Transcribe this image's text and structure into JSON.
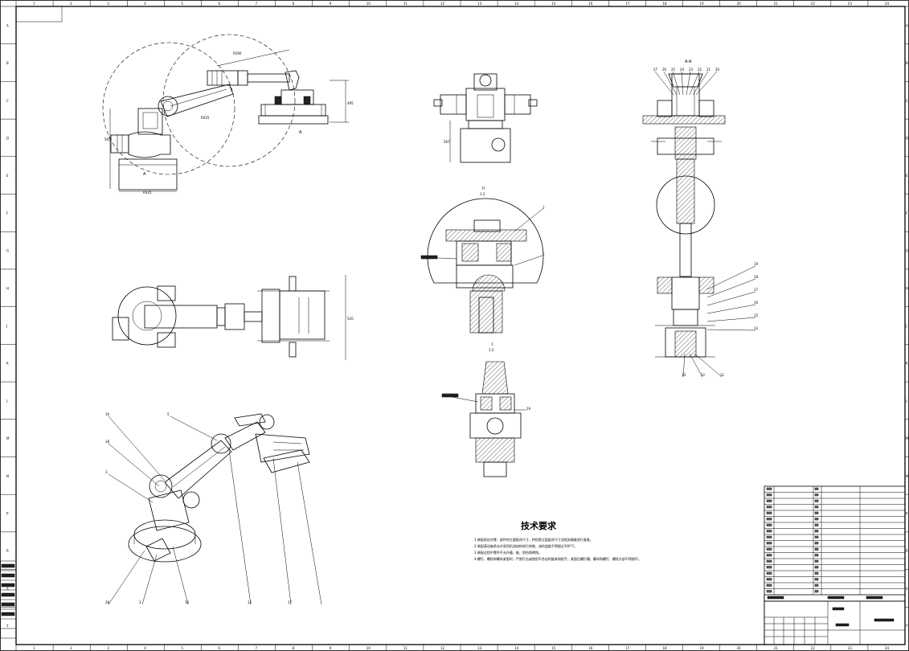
{
  "drawing": {
    "col_numbers": [
      "1",
      "2",
      "3",
      "4",
      "5",
      "6",
      "7",
      "8",
      "9",
      "10",
      "11",
      "12",
      "13",
      "14",
      "15",
      "16",
      "17",
      "18",
      "19",
      "20",
      "21",
      "22",
      "23",
      "24"
    ],
    "row_letters": [
      "A",
      "B",
      "C",
      "D",
      "E",
      "F",
      "G",
      "H",
      "J",
      "K",
      "L",
      "M",
      "N",
      "P",
      "R",
      "S",
      "T"
    ],
    "view_labels": {
      "section_aa": "A-A",
      "detail_ii": "II",
      "detail_ii_scale": "1:2",
      "detail_i": "I",
      "detail_i_scale": "1:2",
      "section_mark_a": "A"
    },
    "balloons_right": [
      "27",
      "26",
      "25",
      "24",
      "23",
      "22",
      "21",
      "20",
      "19",
      "18",
      "17",
      "16",
      "15",
      "14",
      "13",
      "12",
      "11"
    ],
    "balloons_iso": [
      "16",
      "18",
      "3",
      "5",
      "28",
      "3",
      "10",
      "12",
      "17"
    ],
    "balloons_detail": [
      "2",
      "1",
      "19"
    ]
  },
  "tech_req": {
    "title": "技术要求",
    "items": [
      "1.装配前应对零、部件的主要配合尺寸，特别是过盈配合尺寸及相关精度进行复查。",
      "2.装配滚动轴承允许采用机油加热进行热装，油的温度不得超过100°C。",
      "3.装配过程中零件不允许磕、碰、划伤和锈蚀。",
      "4.螺钉、螺栓和螺母紧固时，严禁打击或使用不合适的旋具和扳手。紧固后螺钉槽、螺母和螺钉、螺栓头部不得损坏。"
    ]
  }
}
